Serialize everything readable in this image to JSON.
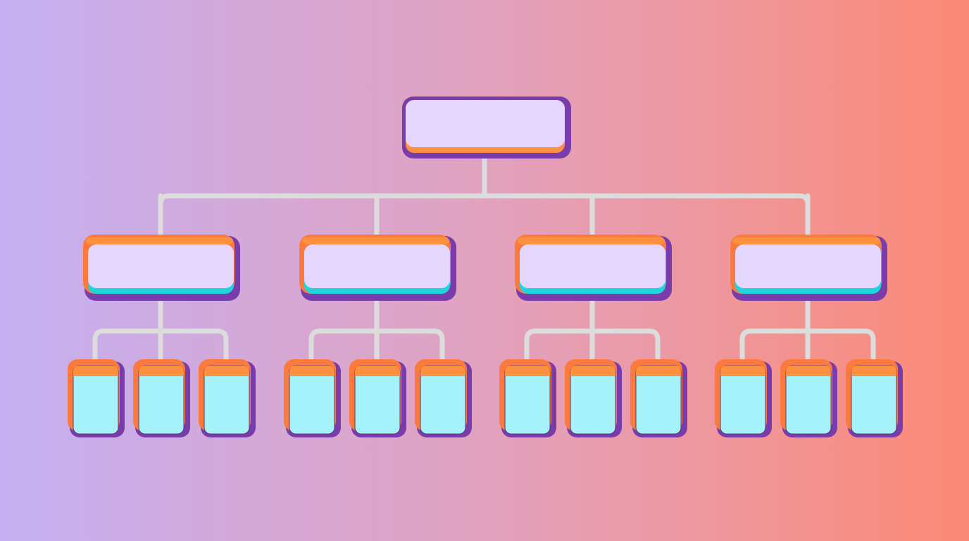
{
  "diagram": {
    "type": "org-chart-tree",
    "levels": [
      1,
      4,
      12
    ],
    "children_per_level2_node": 3,
    "colors": {
      "background_left": "#c4b0f2",
      "background_mid": "#e2a2bf",
      "background_right": "#fb8a76",
      "connector": "#dcdcdc",
      "node_shadow": "#7a3cab",
      "node_frame": "#fb7a3c",
      "node_header": "#fd9140",
      "node_fill": "#e4d6fc",
      "node_accent_cyan": "#20d4dc",
      "leaf_fill": "#a6f2fa"
    }
  }
}
